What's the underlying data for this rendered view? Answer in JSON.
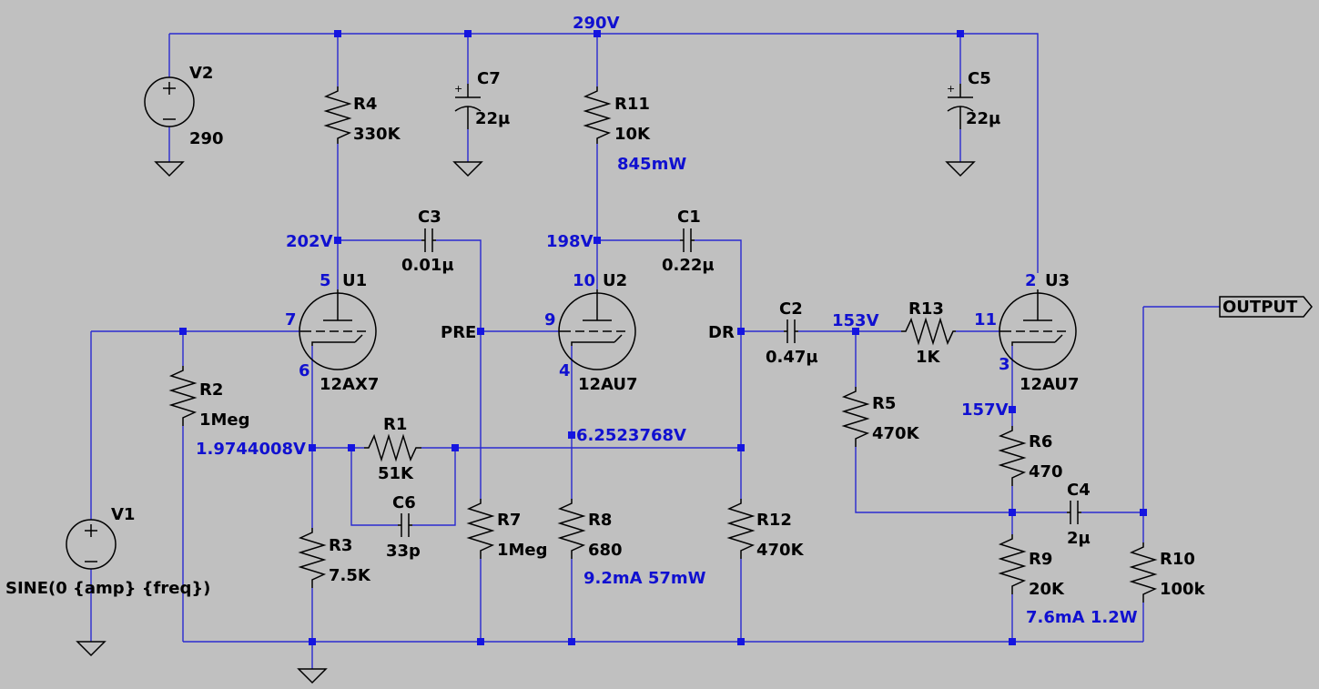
{
  "wire_color": "#2a2ad0",
  "component_color": "#000000",
  "annotation_color": "#1010d0",
  "background": "#c0c0c0",
  "net_labels": {
    "top_rail": "290V",
    "u1_plate": "202V",
    "u2_plate": "198V",
    "pre": "PRE",
    "dr": "DR",
    "u3_grid": "153V",
    "u3_cathode": "157V",
    "u1_cathode": "1.9744008V",
    "u2_cathode": "6.2523768V",
    "output": "OUTPUT"
  },
  "components": {
    "V2": {
      "name": "V2",
      "value": "290"
    },
    "V1": {
      "name": "V1",
      "value": "SINE(0 {amp} {freq})"
    },
    "R4": {
      "name": "R4",
      "value": "330K"
    },
    "R11": {
      "name": "R11",
      "value": "10K",
      "power": "845mW"
    },
    "R2": {
      "name": "R2",
      "value": "1Meg"
    },
    "R1": {
      "name": "R1",
      "value": "51K"
    },
    "R3": {
      "name": "R3",
      "value": "7.5K"
    },
    "R7": {
      "name": "R7",
      "value": "1Meg"
    },
    "R8": {
      "name": "R8",
      "value": "680",
      "power": "9.2mA 57mW"
    },
    "R12": {
      "name": "R12",
      "value": "470K"
    },
    "R13": {
      "name": "R13",
      "value": "1K"
    },
    "R5": {
      "name": "R5",
      "value": "470K"
    },
    "R6": {
      "name": "R6",
      "value": "470"
    },
    "R9": {
      "name": "R9",
      "value": "20K",
      "power": "7.6mA 1.2W"
    },
    "R10": {
      "name": "R10",
      "value": "100k"
    },
    "C7": {
      "name": "C7",
      "value": "22µ"
    },
    "C5": {
      "name": "C5",
      "value": "22µ"
    },
    "C3": {
      "name": "C3",
      "value": "0.01µ"
    },
    "C1": {
      "name": "C1",
      "value": "0.22µ"
    },
    "C2": {
      "name": "C2",
      "value": "0.47µ"
    },
    "C6": {
      "name": "C6",
      "value": "33p"
    },
    "C4": {
      "name": "C4",
      "value": "2µ"
    },
    "U1": {
      "name": "U1",
      "type": "12AX7",
      "pin_plate": "5",
      "pin_grid": "7",
      "pin_cathode": "6"
    },
    "U2": {
      "name": "U2",
      "type": "12AU7",
      "pin_plate": "10",
      "pin_grid": "9",
      "pin_cathode": "4"
    },
    "U3": {
      "name": "U3",
      "type": "12AU7",
      "pin_plate": "2",
      "pin_grid": "11",
      "pin_cathode": "3"
    }
  }
}
